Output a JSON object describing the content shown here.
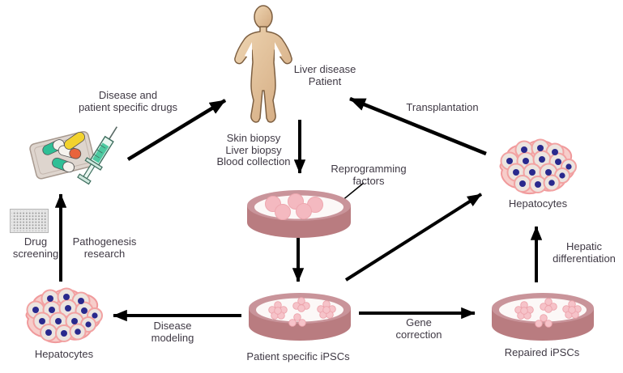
{
  "figure": {
    "type": "scientific-workflow-diagram",
    "labels": {
      "liver_disease_patient": "Liver disease\nPatient",
      "disease_and_drugs": "Disease and\npatient specific drugs",
      "transplantation": "Transplantation",
      "biopsy_methods": "Skin biopsy\nLiver biopsy\nBlood collection",
      "reprogramming_factors": "Reprogramming\nfactors",
      "hepatocytes_right": "Hepatocytes",
      "hepatic_differentiation": "Hepatic\ndifferentiation",
      "drug_screening": "Drug\nscreening",
      "pathogenesis_research": "Pathogenesis\nresearch",
      "hepatocytes_left": "Hepatocytes",
      "disease_modeling": "Disease\nmodeling",
      "patient_specific_ipscs": "Patient specific iPSCs",
      "gene_correction": "Gene\ncorrection",
      "repaired_ipscs": "Repaired iPSCs"
    },
    "colors": {
      "text": "#3f3944",
      "arrow": "#000000",
      "dish_rim": "#c9949a",
      "dish_side": "#b97c80",
      "dish_inner": "#fcf8f7",
      "colony_fill": "#f6c3c9",
      "colony_stroke": "#eca3ab",
      "hepatocyte_blob": "#f7cdca",
      "hepatocyte_cell_fill": "#ece4df",
      "hepatocyte_cell_stroke": "#f2a2a2",
      "nucleus": "#29298d",
      "skin": "#e2bf97",
      "skin_outline": "#7d5f41"
    }
  }
}
